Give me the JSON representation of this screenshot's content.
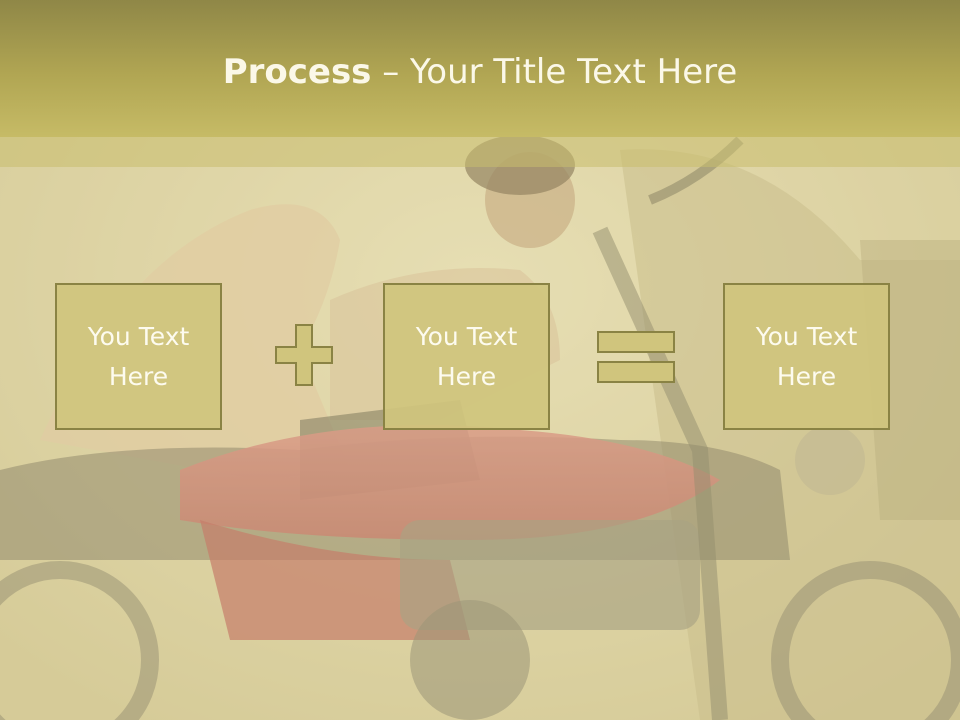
{
  "slide": {
    "title_bold": "Process",
    "title_rest": " – Your Title Text Here",
    "boxes": [
      {
        "text": "You Text\nHere"
      },
      {
        "text": "You Text\nHere"
      },
      {
        "text": "You Text\nHere"
      }
    ],
    "operators": [
      "plus-icon",
      "equals-icon"
    ],
    "colors": {
      "title_bar": "#b1a653",
      "box_fill": "#d0c57d",
      "box_border": "#8a8344",
      "text": "#fdfbef"
    }
  }
}
